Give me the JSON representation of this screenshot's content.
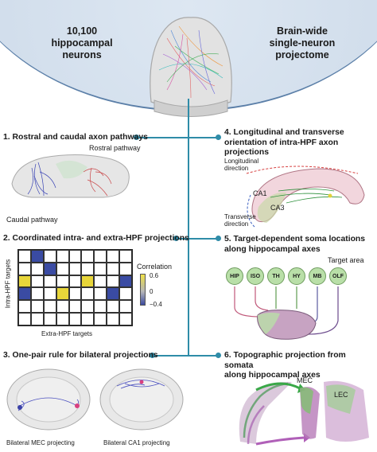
{
  "header": {
    "left_title": [
      "10,100",
      "hippocampal",
      "neurons"
    ],
    "right_title": [
      "Brain-wide",
      "single-neuron",
      "projectome"
    ]
  },
  "sections": {
    "s1": {
      "title": "1. Rostral and caudal axon pathways",
      "rostral": "Rostral pathway",
      "caudal": "Caudal pathway"
    },
    "s2": {
      "title": "2. Coordinated intra- and extra-HPF projections",
      "ylabel": "Intra-HPF targets",
      "xlabel": "Extra-HPF targets",
      "legend_title": "Correlation",
      "ticks": [
        "0.6",
        "0",
        "−0.4"
      ]
    },
    "s3": {
      "title": "3. One-pair rule for bilateral projections",
      "left_caption": "Bilateral MEC projecting",
      "right_caption": "Bilateral CA1 projecting"
    },
    "s4": {
      "title": [
        "4. Longitudinal and transverse",
        "orientation of intra-HPF axon projections"
      ],
      "longitudinal": [
        "Longitudinal",
        "direction"
      ],
      "transverse": [
        "Transverse",
        "direction"
      ],
      "ca1": "CA1",
      "ca3": "CA3"
    },
    "s5": {
      "title": [
        "5. Target-dependent soma locations",
        "along hippocampal axes"
      ],
      "target_area": "Target area",
      "nodes": [
        "HIP",
        "ISO",
        "TH",
        "HY",
        "MB",
        "OLF"
      ]
    },
    "s6": {
      "title": [
        "6. Topographic projection from somata",
        "along hippocampal axes"
      ],
      "mec": "MEC",
      "lec": "LEC"
    }
  },
  "heatmap": {
    "colors": {
      "positive": "#e8d63a",
      "negative": "#3a4ba3",
      "empty": "#ffffff"
    },
    "cells": [
      [
        0,
        -1,
        0,
        0,
        0,
        0,
        0,
        0,
        0
      ],
      [
        0,
        0,
        -1,
        0,
        0,
        0,
        0,
        0,
        0
      ],
      [
        1,
        0,
        0,
        0,
        0,
        1,
        0,
        0,
        -1
      ],
      [
        -1,
        0,
        0,
        1,
        0,
        0,
        0,
        -1,
        0
      ],
      [
        0,
        0,
        0,
        0,
        0,
        0,
        0,
        0,
        0
      ],
      [
        0,
        0,
        0,
        0,
        0,
        0,
        0,
        0,
        0
      ]
    ]
  }
}
